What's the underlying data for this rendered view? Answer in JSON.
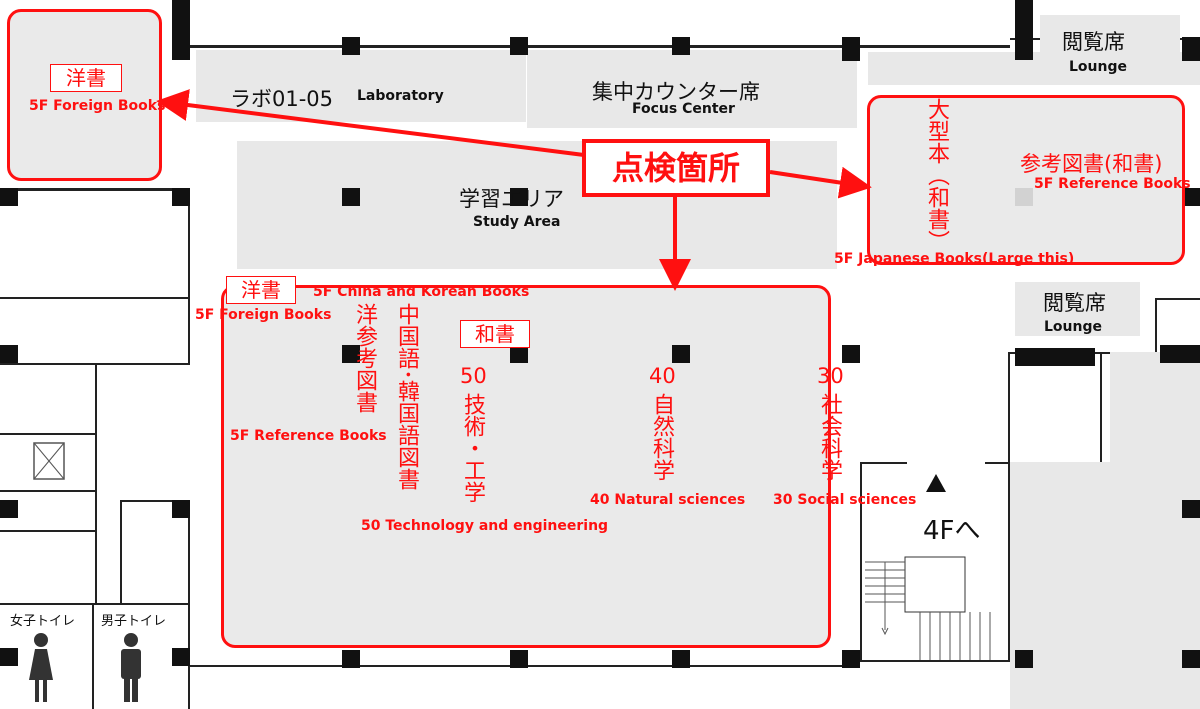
{
  "map": {
    "callout": "点検箇所",
    "rooms": {
      "lab": {
        "jp": "ラボ01-05",
        "en": "Laboratory"
      },
      "focus": {
        "jp": "集中カウンター席",
        "en": "Focus Center"
      },
      "study": {
        "jp": "学習エリア",
        "en": "Study Area"
      },
      "lounge_top": {
        "jp": "閲覧席",
        "en": "Lounge"
      },
      "lounge_mid": {
        "jp": "閲覧席",
        "en": "Lounge"
      }
    },
    "topleft_box": {
      "tag": "洋書",
      "en": "5F Foreign Books"
    },
    "topright_box": {
      "vertical_jp": "大型本（和書）",
      "ref_jp": "参考図書(和書)",
      "ref_en": "5F Reference Books",
      "bottom_en": "5F Japanese Books(Large this)"
    },
    "main_box": {
      "foreign_tag": "洋書",
      "foreign_en": "5F Foreign Books",
      "china_korea_en": "5F China and Korean Books",
      "vert_ref": "洋参考図書",
      "vert_ck": "中国語･韓国語図書",
      "ref_en": "5F Reference Books",
      "washo_tag": "和書",
      "tech_num": "50",
      "tech_vert": "技術・工学",
      "tech_en": "50 Technology and engineering",
      "nat_num": "40",
      "nat_vert": "自然科学",
      "nat_en": "40 Natural sciences",
      "soc_num": "30",
      "soc_vert": "社会科学",
      "soc_en": "30 Social sciences"
    },
    "stairs": {
      "label": "4Fへ"
    },
    "toilets": {
      "women": "女子トイレ",
      "men": "男子トイレ"
    },
    "colors": {
      "accent": "#ff1010",
      "room": "#e8e8e8",
      "pillar": "#111111"
    }
  }
}
